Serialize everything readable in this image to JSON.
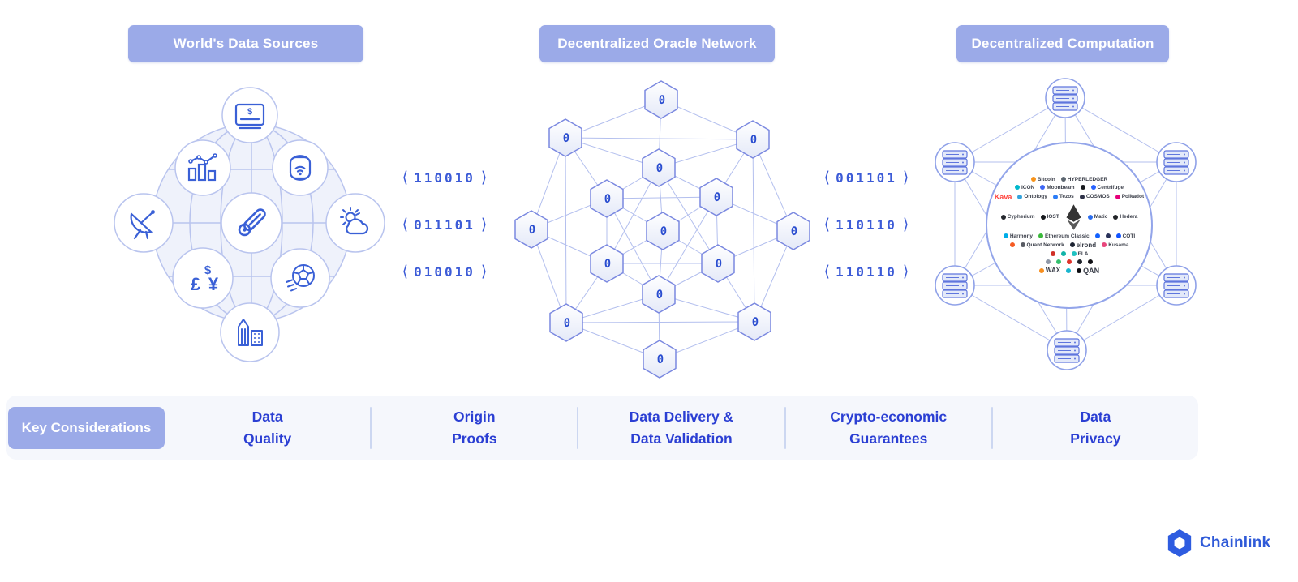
{
  "headers": {
    "data_sources": "World's Data Sources",
    "oracle_network": "Decentralized Oracle Network",
    "computation": "Decentralized Computation"
  },
  "binary_streams": {
    "open_bracket": "⟨",
    "close_bracket": "⟩",
    "left": [
      "110010",
      "011101",
      "010010"
    ],
    "right": [
      "001101",
      "110110",
      "110110"
    ]
  },
  "data_sources": {
    "icons": [
      "payment-card",
      "market-analytics",
      "smartwatch",
      "satellite-dish",
      "thermometer",
      "weather",
      "currencies",
      "sports",
      "city-buildings"
    ],
    "card_symbol": "$",
    "currency_symbols": {
      "dollar": "$",
      "pound": "£",
      "yen": "¥"
    }
  },
  "oracle_network": {
    "node_glyph": "0",
    "node_count": 15
  },
  "computation": {
    "server_node_count": 6,
    "logo_rows": [
      [
        {
          "label": "Bitcoin",
          "dot": "#f7931a"
        },
        {
          "label": "HYPERLEDGER",
          "dot": "#5c6670"
        }
      ],
      [
        {
          "label": "ICON",
          "dot": "#00b8cc"
        },
        {
          "label": "Moonbeam",
          "dot": "#3d66f5"
        },
        {
          "label": "",
          "dot": "#17191d"
        },
        {
          "label": "Centrifuge",
          "dot": "#2762ff"
        }
      ],
      [
        {
          "label": "Kava",
          "dot": "",
          "labelColor": "#ff433d",
          "size": 9
        },
        {
          "label": "Ontology",
          "dot": "#33a3dd"
        },
        {
          "label": "Tezos",
          "dot": "#2c7df7"
        },
        {
          "label": "COSMOS",
          "dot": "#2e3148"
        },
        {
          "label": "Polkadot",
          "dot": "#e6007a"
        }
      ],
      [
        {
          "label": "Cypherium",
          "dot": "#25282e"
        },
        {
          "label": "IOST",
          "dot": "#17191d"
        },
        {
          "label": "",
          "eth": true
        },
        {
          "label": "Matic",
          "dot": "#2b6def"
        },
        {
          "label": "Hedera",
          "dot": "#222428"
        }
      ],
      [
        {
          "label": "Harmony",
          "dot": "#00ade8"
        },
        {
          "label": "Ethereum Classic",
          "dot": "#3ab83a"
        },
        {
          "label": "",
          "dot": "#1261fe"
        },
        {
          "label": "",
          "dot": "#29325a"
        },
        {
          "label": "COTI",
          "dot": "#1254ff"
        }
      ],
      [
        {
          "label": "",
          "dot": "#f55b23"
        },
        {
          "label": "Quant Network",
          "dot": "#585b63"
        },
        {
          "label": "elrond",
          "dot": "#1d2433",
          "size": 8
        },
        {
          "label": "Kusama",
          "dot": "#e8467c"
        }
      ],
      [
        {
          "label": "",
          "dot": "#d03027"
        },
        {
          "label": "",
          "dot": "#12b3a8"
        },
        {
          "label": "ELA",
          "dot": "#1fc2c2"
        }
      ],
      [
        {
          "label": "",
          "dot": "#8f98a8"
        },
        {
          "label": "",
          "dot": "#35c06f"
        },
        {
          "label": "",
          "dot": "#e0342c"
        },
        {
          "label": "",
          "dot": "#20242c"
        },
        {
          "label": "",
          "dot": "#101014"
        }
      ],
      [
        {
          "label": "WAX",
          "dot": "#f78e1e",
          "size": 8
        },
        {
          "label": "",
          "dot": "#19b5cf"
        },
        {
          "label": "QAN",
          "dot": "#0b0c10",
          "size": 9
        }
      ]
    ]
  },
  "key_considerations": {
    "label": "Key Considerations",
    "items": [
      {
        "line1": "Data",
        "line2": "Quality"
      },
      {
        "line1": "Origin",
        "line2": "Proofs"
      },
      {
        "line1": "Data Delivery &",
        "line2": "Data Validation"
      },
      {
        "line1": "Crypto-economic",
        "line2": "Guarantees"
      },
      {
        "line1": "Data",
        "line2": "Privacy"
      }
    ]
  },
  "branding": {
    "wordmark": "Chainlink"
  },
  "colors": {
    "pill_periwinkle": "#9baae8",
    "binary_blue": "#3c5bd7",
    "considerations_text": "#2b3fd3",
    "icon_blue": "#3a60d6",
    "light_line_blue": "#b3bfee",
    "hex_stroke": "#7a88e0",
    "bar_background": "#f5f7fc",
    "chainlink_blue": "#2e5ce0"
  }
}
